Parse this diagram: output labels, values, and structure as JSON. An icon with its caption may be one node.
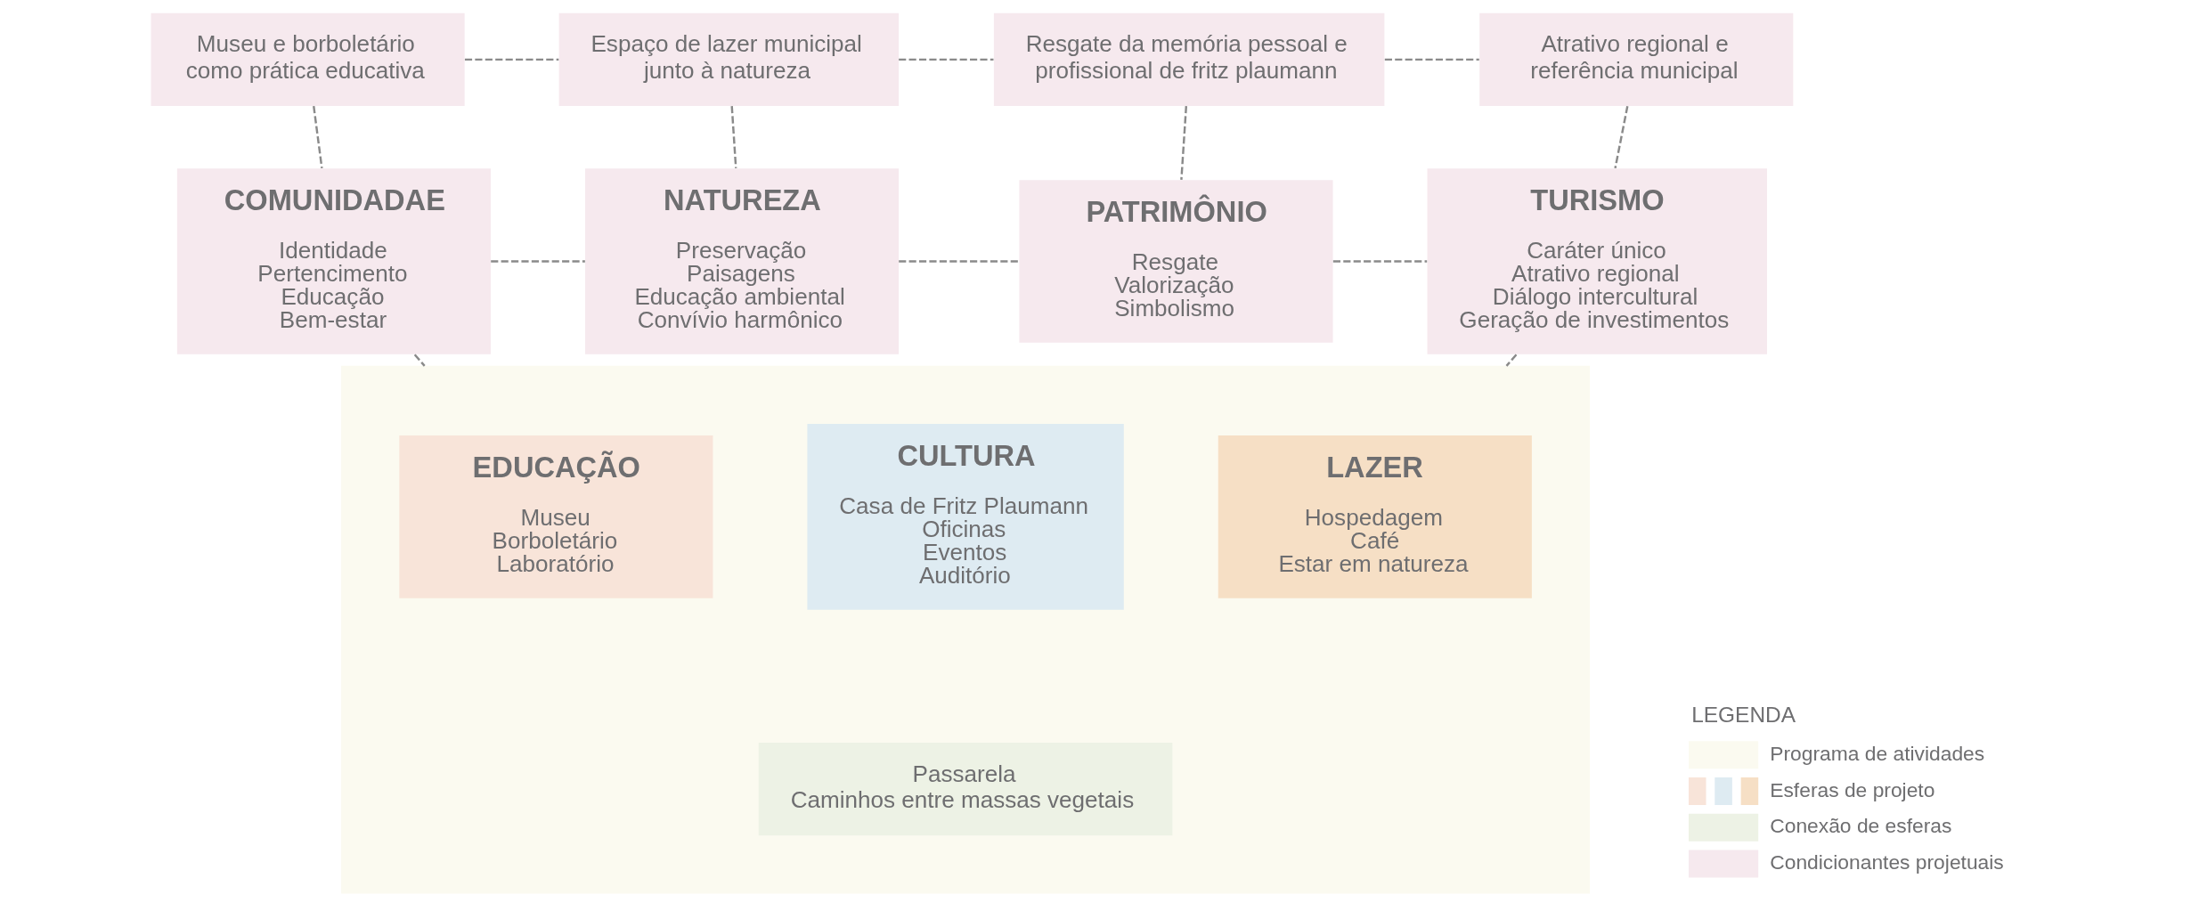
{
  "diagram": {
    "nodes": [
      {
        "text": [
          "Museu e borboletário como prática educativa"
        ]
      },
      {
        "text": [
          "Espaço de lazer municipal junto à natureza"
        ]
      },
      {
        "text": [
          "Resgate da memória pessoal e profissional de fritz plaumann"
        ]
      },
      {
        "text": [
          "Atrativo regional e referência municipal"
        ]
      },
      {
        "text": [
          "COMUNIDADAE",
          "Identidade",
          "Pertencimento",
          "Educação",
          "Bem-estar"
        ]
      },
      {
        "text": [
          "NATUREZA",
          "Preservação",
          "Paisagens",
          "Educação ambiental",
          "Convívio harmônico"
        ]
      },
      {
        "text": [
          "PATRIMÔNIO",
          "Resgate",
          "Valorização",
          "Simbolismo"
        ]
      },
      {
        "text": [
          "TURISMO",
          "Caráter único",
          "Atrativo regional",
          "Diálogo intercultural",
          "Geração de investimentos"
        ]
      },
      {
        "text": [],
        "shape": "box"
      },
      {
        "text": [
          "EDUCAÇÃO",
          "Museu",
          "Borboletário",
          "Laboratório"
        ],
        "in": 8
      },
      {
        "text": [
          "CULTURA",
          "Casa de Fritz Plaumann",
          "Oficinas",
          "Eventos",
          "Auditório"
        ],
        "in": 8
      },
      {
        "text": [
          "LAZER",
          "Hospedagem",
          "Café",
          "Estar em natureza"
        ],
        "in": 8
      },
      {
        "text": [
          "Passarela",
          "Caminhos entre massas vegetais"
        ],
        "in": 8
      }
    ],
    "edges": [
      {
        "from": 0,
        "to": 1,
        "arrow": "none",
        "style": "dashed"
      },
      {
        "from": 1,
        "to": 2,
        "arrow": "none",
        "style": "dashed"
      },
      {
        "from": 2,
        "to": 3,
        "arrow": "none",
        "style": "dashed"
      },
      {
        "from": 0,
        "to": 4,
        "arrow": "none",
        "style": "dashed"
      },
      {
        "from": 1,
        "to": 5,
        "arrow": "none",
        "style": "dashed"
      },
      {
        "from": 2,
        "to": 6,
        "arrow": "none",
        "style": "dashed"
      },
      {
        "from": 3,
        "to": 7,
        "arrow": "none",
        "style": "dashed"
      },
      {
        "from": 4,
        "to": 5,
        "arrow": "none",
        "style": "dashed"
      },
      {
        "from": 5,
        "to": 6,
        "arrow": "none",
        "style": "dashed"
      },
      {
        "from": 6,
        "to": 7,
        "arrow": "none",
        "style": "dashed"
      },
      {
        "from": 4,
        "to": 8,
        "arrow": "none",
        "style": "dashed"
      },
      {
        "from": 7,
        "to": 8,
        "arrow": "none",
        "style": "dashed"
      }
    ],
    "labels": [
      "LEGENDA"
    ],
    "legend": [
      {
        "text": "Programa de atividades",
        "color": "#fbfaf0"
      },
      {
        "text": "Esferas de projeto"
      },
      {
        "text": "Conexão de esferas",
        "color": "#edf2e5"
      },
      {
        "text": "Condicionantes projetuais",
        "color": "#f6e9ee"
      }
    ]
  }
}
